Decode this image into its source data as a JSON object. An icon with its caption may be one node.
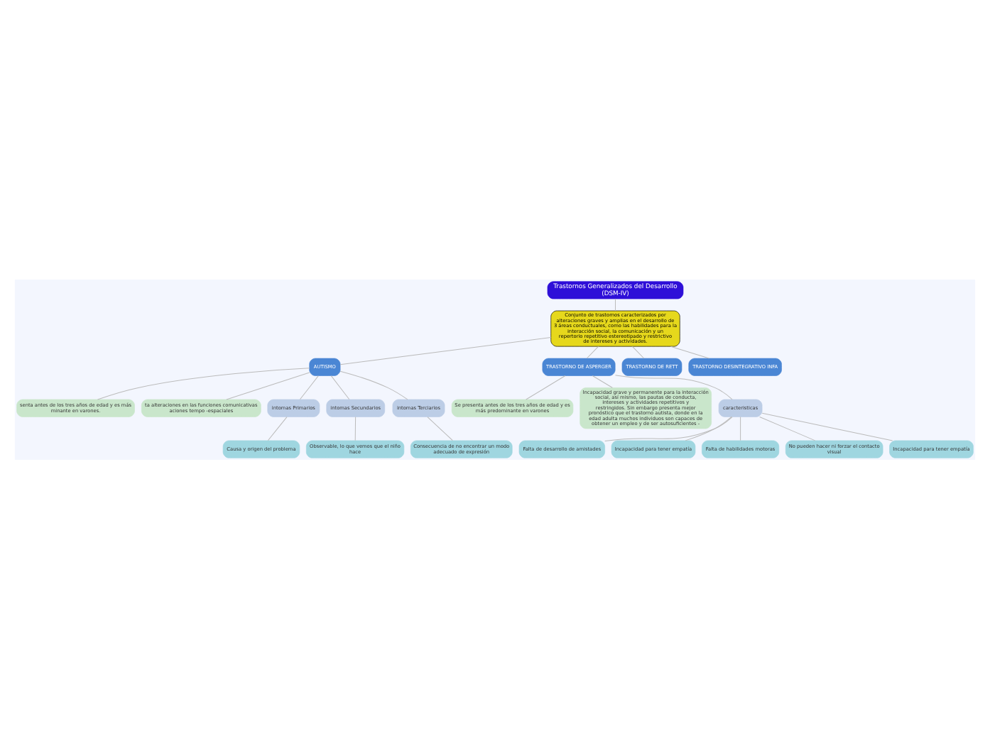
{
  "diagram": {
    "nodes": [
      {
        "text": [
          "Trastornos Generalizados del Desarrollo (DSM-IV)"
        ]
      },
      {
        "text": [
          "Conjunto de trastornos caracterizados por alteraciones graves y amplias en el desarrollo de 3 áreas conductuales, como las habilidades para la interacción social, la comunicación y un repertorio repetitivo estereotipado y restrictivo de intereses y actividades."
        ]
      },
      {
        "text": [
          "AUTISMO"
        ]
      },
      {
        "text": [
          "TRASTORNO DE ASPERGER"
        ]
      },
      {
        "text": [
          "TRASTORNO DE RETT"
        ]
      },
      {
        "text": [
          "TRASTORNO DESINTEGRATIVO INFA"
        ]
      },
      {
        "text": [
          "senta antes de los tres años de edad y es más minante en varones."
        ]
      },
      {
        "text": [
          "ta alteraciones en las funciones comunicativas aciones tempo -espaciales"
        ]
      },
      {
        "text": [
          "intomas Primarios"
        ]
      },
      {
        "text": [
          "Causa y origen del problema"
        ]
      },
      {
        "text": [
          "intomas Secundarios"
        ]
      },
      {
        "text": [
          "Observable, lo que vemos que el niño hace"
        ]
      },
      {
        "text": [
          "intomas Terciarios"
        ]
      },
      {
        "text": [
          "Consecuencia de no encontrar un modo adecuado de expresión"
        ]
      },
      {
        "text": [
          "Se presenta antes de los tres años de edad y es más predominante en varones"
        ]
      },
      {
        "text": [
          "Incapacidad grave y permanente para la interacción social, así mismo, las pautas de conducta, intereses y actividades repetitivos y restringidos. Sin embargo presenta mejor pronóstico que el trastorno autista, donde en la edad adulta muchos individuos son capaces de obtener un empleo y de ser autosuficientes -"
        ]
      },
      {
        "text": [
          "caracteristicas"
        ]
      },
      {
        "text": [
          "Falta de desarrollo de amistades"
        ]
      },
      {
        "text": [
          "Incapacidad para tener empatía"
        ]
      },
      {
        "text": [
          "Falta de habilidades motoras"
        ]
      },
      {
        "text": [
          "No pueden hacer ni forzar el contacto visual"
        ]
      },
      {
        "text": [
          "Incapacidad para tener empatía"
        ]
      }
    ],
    "edges": [
      {
        "from": 0,
        "to": 1,
        "arrow": "none"
      },
      {
        "from": 1,
        "to": 2,
        "arrow": "none"
      },
      {
        "from": 1,
        "to": 3,
        "arrow": "none"
      },
      {
        "from": 1,
        "to": 4,
        "arrow": "none"
      },
      {
        "from": 1,
        "to": 5,
        "arrow": "none"
      },
      {
        "from": 2,
        "to": 6,
        "arrow": "none"
      },
      {
        "from": 2,
        "to": 7,
        "arrow": "none"
      },
      {
        "from": 2,
        "to": 8,
        "arrow": "none"
      },
      {
        "from": 8,
        "to": 9,
        "arrow": "none"
      },
      {
        "from": 2,
        "to": 10,
        "arrow": "none"
      },
      {
        "from": 10,
        "to": 11,
        "arrow": "none"
      },
      {
        "from": 2,
        "to": 12,
        "arrow": "none"
      },
      {
        "from": 12,
        "to": 13,
        "arrow": "none"
      },
      {
        "from": 3,
        "to": 14,
        "arrow": "none"
      },
      {
        "from": 3,
        "to": 15,
        "arrow": "none"
      },
      {
        "from": 3,
        "to": 16,
        "arrow": "none"
      },
      {
        "from": 16,
        "to": 17,
        "arrow": "none"
      },
      {
        "from": 16,
        "to": 18,
        "arrow": "none"
      },
      {
        "from": 16,
        "to": 19,
        "arrow": "none"
      },
      {
        "from": 16,
        "to": 20,
        "arrow": "none"
      },
      {
        "from": 16,
        "to": 21,
        "arrow": "none"
      }
    ]
  }
}
